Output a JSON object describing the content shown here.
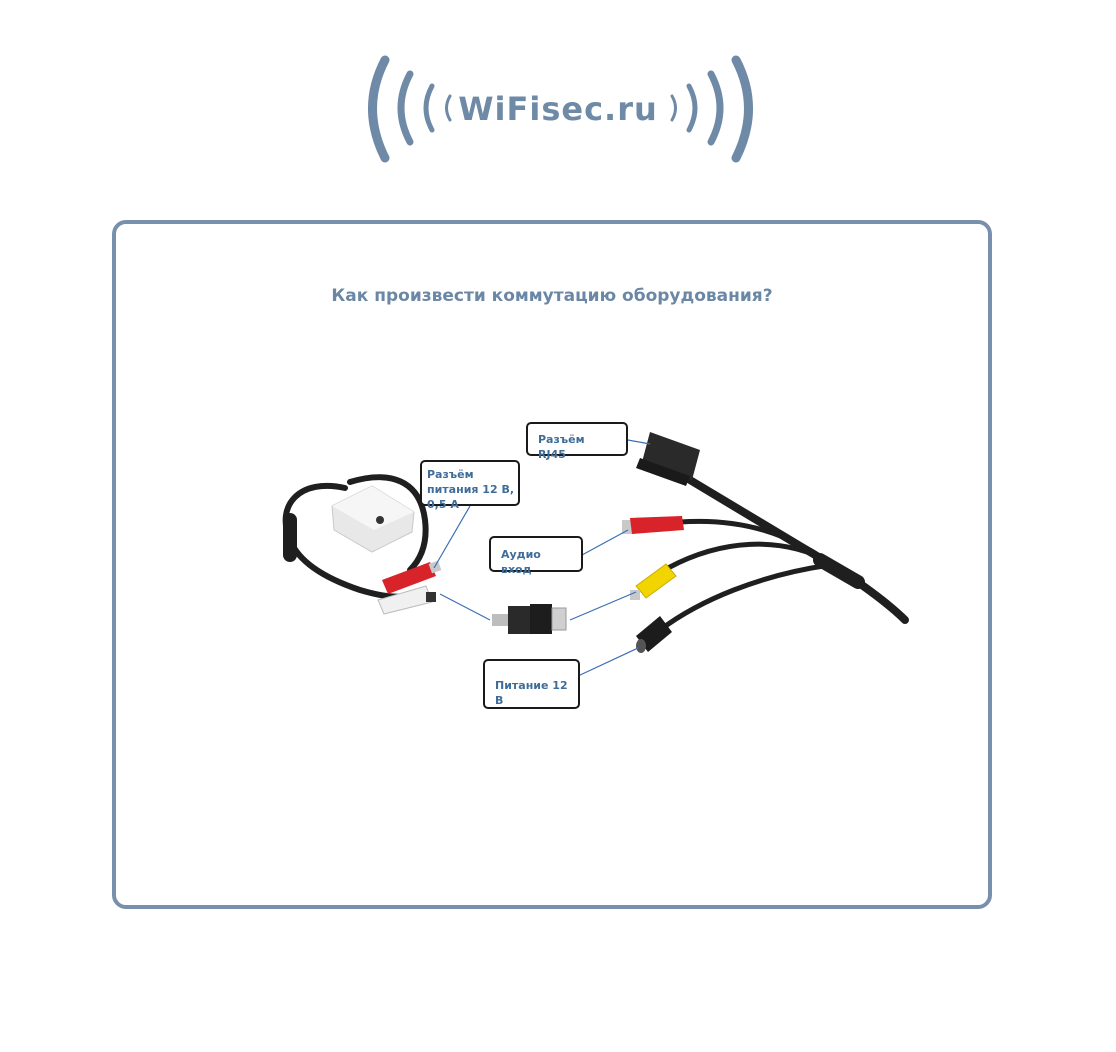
{
  "logo": {
    "text": "WiFisec.ru",
    "color": "#6f8aa7"
  },
  "page": {
    "title": "Как произвести коммутацию оборудования?"
  },
  "labels": {
    "rj45": "Разъём RJ45",
    "power_connector": "Разъём питания 12 В, 0,5 А",
    "audio_in": "Аудио вход",
    "power_12v": "Питание 12 В"
  },
  "colors": {
    "frame": "#7890ab",
    "title": "#6b87a6",
    "leader_line": "#3b6fb6",
    "cable": "#1f1f1f",
    "rca_red": "#d9232a",
    "rca_white": "#eeeeee",
    "rca_yellow": "#f2d400"
  }
}
